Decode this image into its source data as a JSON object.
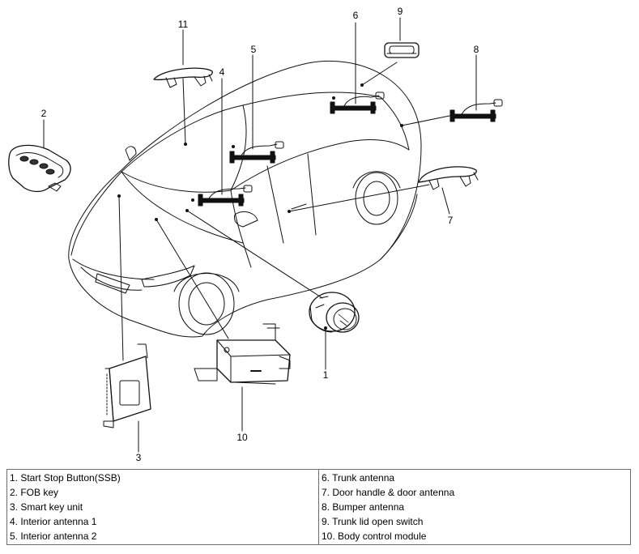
{
  "callouts": {
    "n1": "1",
    "n2": "2",
    "n3": "3",
    "n4": "4",
    "n5": "5",
    "n6": "6",
    "n7": "7",
    "n8": "8",
    "n9": "9",
    "n10": "10",
    "n11": "11"
  },
  "legend": {
    "left": [
      "1. Start Stop Button(SSB)",
      "2. FOB key",
      "3. Smart key unit",
      "4. Interior antenna 1",
      "5. Interior antenna 2"
    ],
    "right": [
      "6. Trunk antenna",
      "7. Door handle & door antenna",
      "8. Bumper antenna",
      "9. Trunk lid open switch",
      "10. Body control module"
    ]
  }
}
